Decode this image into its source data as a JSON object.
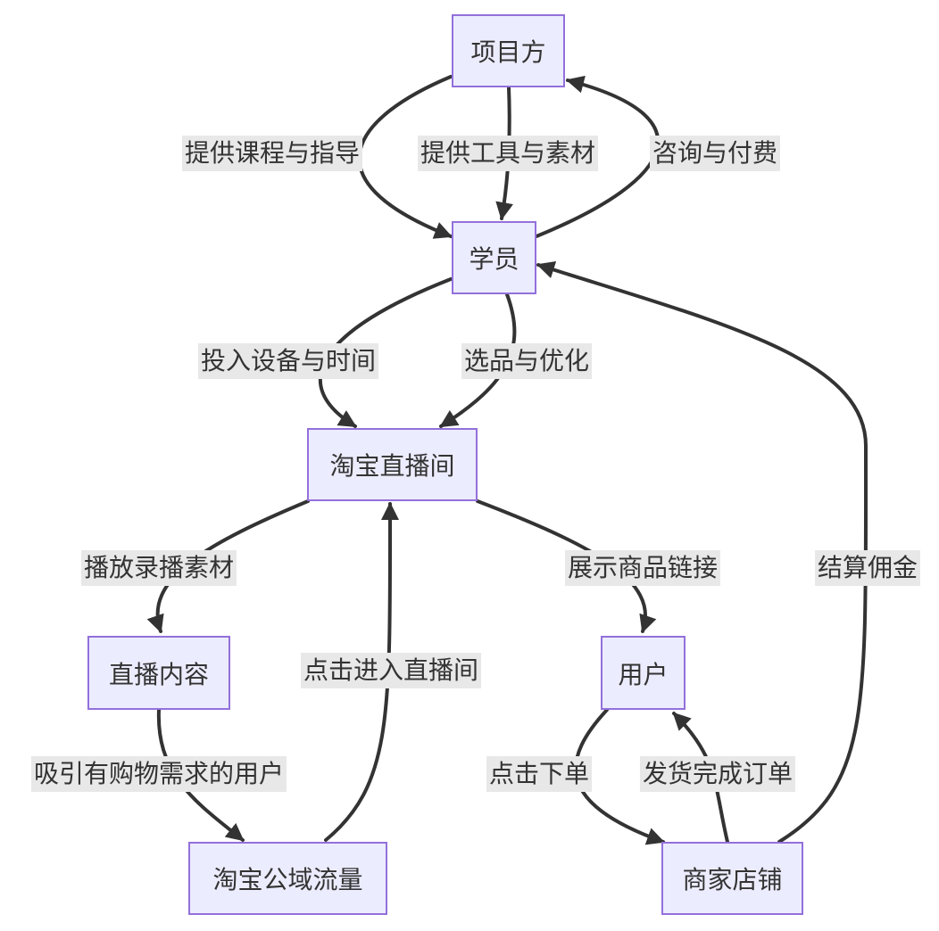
{
  "nodes": {
    "project": "项目方",
    "student": "学员",
    "live_room": "淘宝直播间",
    "live_content": "直播内容",
    "public_traffic": "淘宝公域流量",
    "user": "用户",
    "shop": "商家店铺"
  },
  "edges": {
    "courses": "提供课程与指导",
    "tools": "提供工具与素材",
    "consult": "咨询与付费",
    "invest": "投入设备与时间",
    "select": "选品与优化",
    "play": "播放录播素材",
    "show_links": "展示商品链接",
    "attract": "吸引有购物需求的用户",
    "click_enter": "点击进入直播间",
    "order": "点击下单",
    "ship": "发货完成订单",
    "commission": "结算佣金"
  },
  "colors": {
    "node_fill": "#ECECFF",
    "node_border": "#9370DB",
    "edge": "#333333",
    "label_bg": "#e8e8e8",
    "text": "#333333"
  }
}
